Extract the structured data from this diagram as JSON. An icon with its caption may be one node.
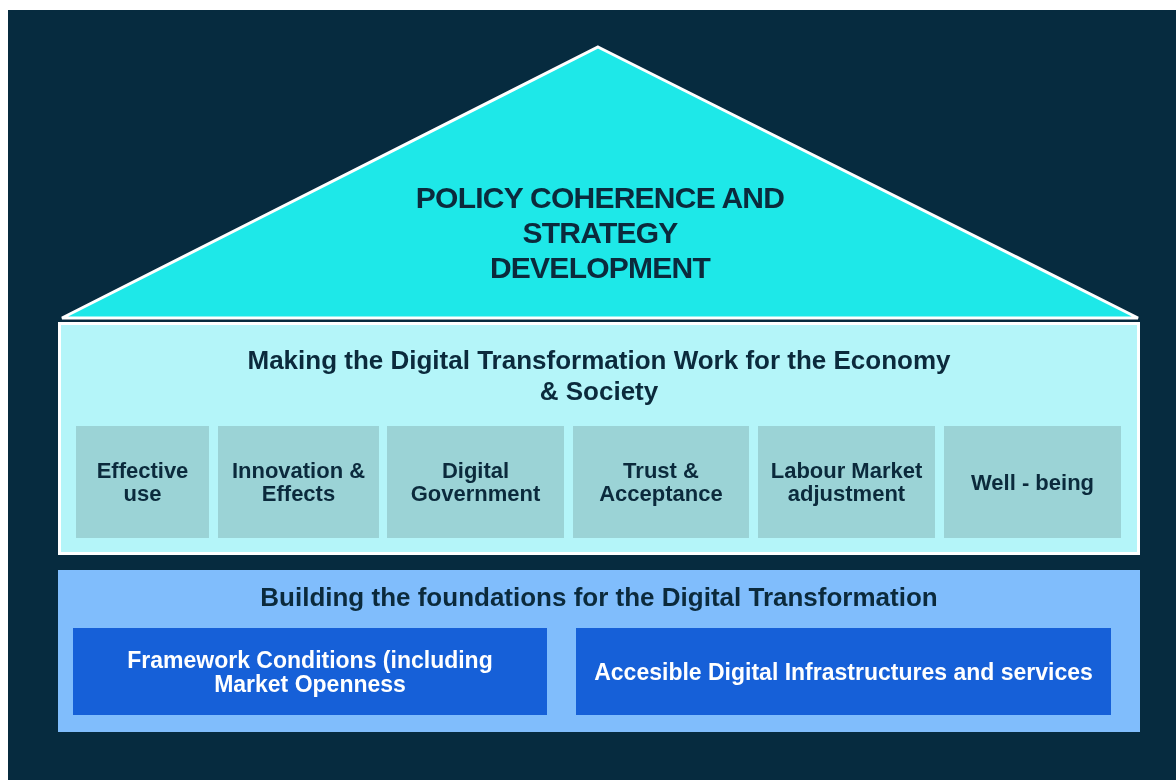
{
  "diagram": {
    "nodes": [
      {
        "text": [
          "POLICY COHERENCE AND STRATEGY DEVELOPMENT"
        ]
      },
      {
        "text": [
          "Making the Digital Transformation Work for the Economy & Society"
        ]
      },
      {
        "text": [
          "Effective use"
        ],
        "in": 1
      },
      {
        "text": [
          "Innovation & Effects"
        ],
        "in": 1
      },
      {
        "text": [
          "Digital Government"
        ],
        "in": 1
      },
      {
        "text": [
          "Trust & Acceptance"
        ],
        "in": 1
      },
      {
        "text": [
          "Labour Market adjustment"
        ],
        "in": 1
      },
      {
        "text": [
          "Well - being"
        ],
        "in": 1
      },
      {
        "text": [
          "Building the foundations for the Digital Transformation"
        ]
      },
      {
        "text": [
          "Framework Conditions (including Market Openness"
        ],
        "in": 8
      },
      {
        "text": [
          "Accesible Digital Infrastructures and services"
        ],
        "in": 8
      }
    ]
  }
}
